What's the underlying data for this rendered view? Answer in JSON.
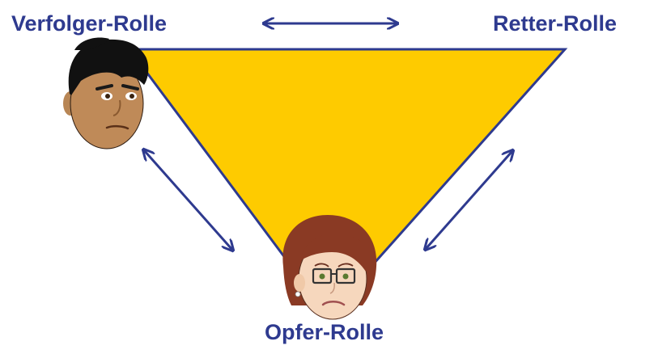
{
  "diagram": {
    "roles": {
      "persecutor": "Verfolger-Rolle",
      "rescuer": "Retter-Rolle",
      "victim": "Opfer-Rolle"
    },
    "colors": {
      "triangle_fill": "#fecb00",
      "lines": "#2e3a8f",
      "label": "#2e3a8f"
    },
    "arrows": [
      "persecutor-rescuer",
      "persecutor-victim",
      "rescuer-victim"
    ],
    "icons": [
      "man-face-icon",
      "woman-face-icon"
    ]
  }
}
